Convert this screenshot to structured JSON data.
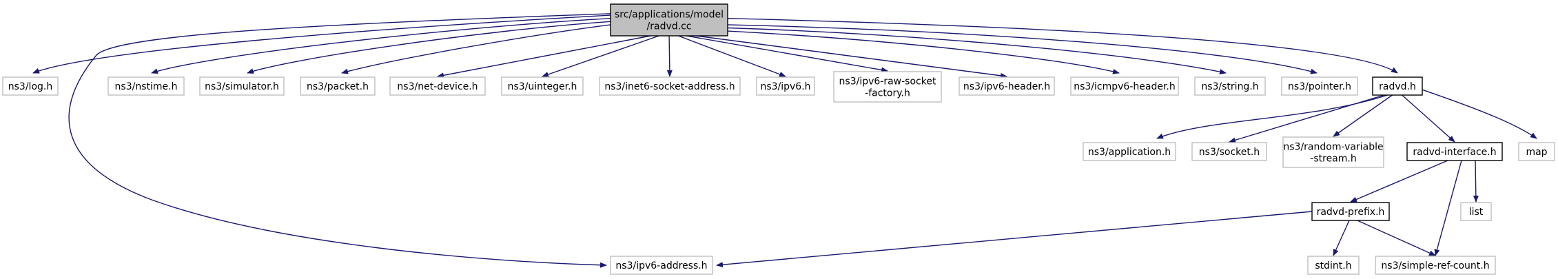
{
  "colors": {
    "edge": "#191970",
    "root_fill": "#bfbfbf",
    "root_border": "#000000",
    "documented_border": "#000000",
    "external_border": "#bfbfbf",
    "node_fill": "#ffffff"
  },
  "nodes": [
    {
      "id": "root",
      "kind": "root",
      "lines": [
        "src/applications/model",
        "/radvd.cc"
      ]
    },
    {
      "id": "log",
      "kind": "external",
      "lines": [
        "ns3/log.h"
      ]
    },
    {
      "id": "nstime",
      "kind": "external",
      "lines": [
        "ns3/nstime.h"
      ]
    },
    {
      "id": "simulator",
      "kind": "external",
      "lines": [
        "ns3/simulator.h"
      ]
    },
    {
      "id": "packet",
      "kind": "external",
      "lines": [
        "ns3/packet.h"
      ]
    },
    {
      "id": "netdevice",
      "kind": "external",
      "lines": [
        "ns3/net-device.h"
      ]
    },
    {
      "id": "uinteger",
      "kind": "external",
      "lines": [
        "ns3/uinteger.h"
      ]
    },
    {
      "id": "inet6",
      "kind": "external",
      "lines": [
        "ns3/inet6-socket-address.h"
      ]
    },
    {
      "id": "ipv6",
      "kind": "external",
      "lines": [
        "ns3/ipv6.h"
      ]
    },
    {
      "id": "ipv6raw",
      "kind": "external",
      "lines": [
        "ns3/ipv6-raw-socket",
        "-factory.h"
      ]
    },
    {
      "id": "ipv6header",
      "kind": "external",
      "lines": [
        "ns3/ipv6-header.h"
      ]
    },
    {
      "id": "icmpv6",
      "kind": "external",
      "lines": [
        "ns3/icmpv6-header.h"
      ]
    },
    {
      "id": "string",
      "kind": "external",
      "lines": [
        "ns3/string.h"
      ]
    },
    {
      "id": "pointer",
      "kind": "external",
      "lines": [
        "ns3/pointer.h"
      ]
    },
    {
      "id": "radvdh",
      "kind": "documented",
      "lines": [
        "radvd.h"
      ]
    },
    {
      "id": "application",
      "kind": "external",
      "lines": [
        "ns3/application.h"
      ]
    },
    {
      "id": "socket",
      "kind": "external",
      "lines": [
        "ns3/socket.h"
      ]
    },
    {
      "id": "randomvar",
      "kind": "external",
      "lines": [
        "ns3/random-variable",
        "-stream.h"
      ]
    },
    {
      "id": "iface",
      "kind": "documented",
      "lines": [
        "radvd-interface.h"
      ]
    },
    {
      "id": "map",
      "kind": "external",
      "lines": [
        "map"
      ]
    },
    {
      "id": "list",
      "kind": "external",
      "lines": [
        "list"
      ]
    },
    {
      "id": "prefix",
      "kind": "documented",
      "lines": [
        "radvd-prefix.h"
      ]
    },
    {
      "id": "stdint",
      "kind": "external",
      "lines": [
        "stdint.h"
      ]
    },
    {
      "id": "refcount",
      "kind": "external",
      "lines": [
        "ns3/simple-ref-count.h"
      ]
    },
    {
      "id": "ipv6addr",
      "kind": "external",
      "lines": [
        "ns3/ipv6-address.h"
      ]
    }
  ],
  "edges": [
    {
      "from": "root",
      "to": "log"
    },
    {
      "from": "root",
      "to": "nstime"
    },
    {
      "from": "root",
      "to": "simulator"
    },
    {
      "from": "root",
      "to": "packet"
    },
    {
      "from": "root",
      "to": "netdevice"
    },
    {
      "from": "root",
      "to": "uinteger"
    },
    {
      "from": "root",
      "to": "inet6"
    },
    {
      "from": "root",
      "to": "ipv6"
    },
    {
      "from": "root",
      "to": "ipv6raw"
    },
    {
      "from": "root",
      "to": "ipv6header"
    },
    {
      "from": "root",
      "to": "icmpv6"
    },
    {
      "from": "root",
      "to": "string"
    },
    {
      "from": "root",
      "to": "pointer"
    },
    {
      "from": "root",
      "to": "radvdh"
    },
    {
      "from": "root",
      "to": "ipv6addr"
    },
    {
      "from": "radvdh",
      "to": "application"
    },
    {
      "from": "radvdh",
      "to": "socket"
    },
    {
      "from": "radvdh",
      "to": "randomvar"
    },
    {
      "from": "radvdh",
      "to": "iface"
    },
    {
      "from": "radvdh",
      "to": "map"
    },
    {
      "from": "iface",
      "to": "prefix"
    },
    {
      "from": "iface",
      "to": "list"
    },
    {
      "from": "iface",
      "to": "refcount"
    },
    {
      "from": "prefix",
      "to": "stdint"
    },
    {
      "from": "prefix",
      "to": "refcount"
    },
    {
      "from": "prefix",
      "to": "ipv6addr"
    }
  ]
}
